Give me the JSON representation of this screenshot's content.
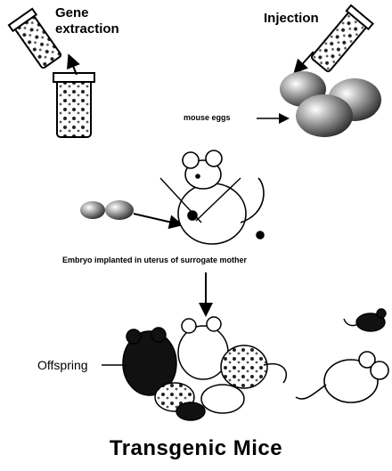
{
  "labels": {
    "gene_extraction_line1": "Gene",
    "gene_extraction_line2": "extraction",
    "injection": "Injection",
    "mouse_eggs": "mouse eggs",
    "embryo_step": "Embryo implanted in uterus of surrogate mother",
    "offspring": "Offspring",
    "title": "Transgenic Mice"
  }
}
